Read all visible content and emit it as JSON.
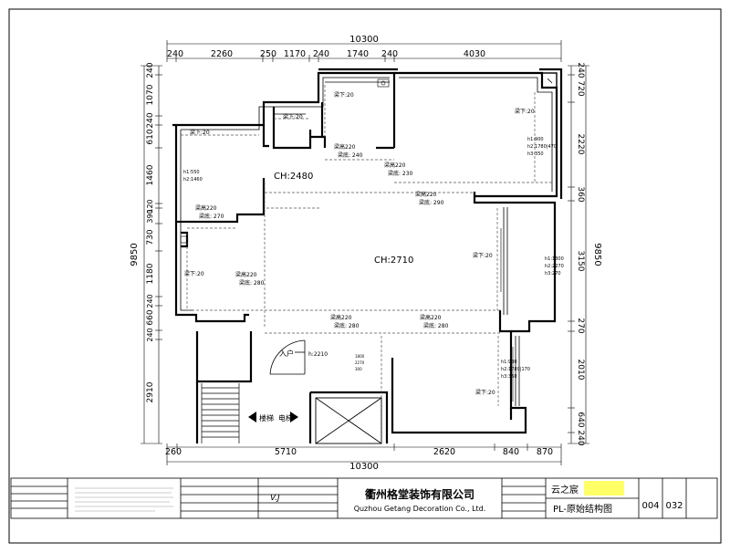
{
  "top_dimensions": {
    "overall": "10300",
    "segments": [
      "240",
      "2260",
      "250",
      "1170",
      "240",
      "1740",
      "240",
      "4030"
    ]
  },
  "bottom_dimensions": {
    "overall": "10300",
    "segments": [
      "260",
      "5710",
      "2620",
      "840",
      "870"
    ]
  },
  "left_dimensions": {
    "overall": "9850",
    "segments": [
      "240",
      "1070",
      "240",
      "610",
      "1460",
      "120",
      "390",
      "730",
      "1180",
      "240",
      "660",
      "240",
      "2910"
    ]
  },
  "right_dimensions": {
    "overall": "9850",
    "segments": [
      "240",
      "720",
      "2220",
      "360",
      "3150",
      "270",
      "2010",
      "640",
      "240"
    ]
  },
  "ceiling_heights": {
    "upper_left": "CH:2480",
    "main": "CH:2710"
  },
  "annotations": {
    "beam_drop_20": "梁下:20",
    "beam_220": "梁高220",
    "beam_240": "梁底: 240",
    "beam_220b": "梁高220",
    "beam_230": "梁底: 230",
    "beam_270": "梁底: 270",
    "beam_290": "梁底: 290",
    "beam_280": "梁底: 280",
    "window_small_1": "h1:550",
    "window_small_2": "h2:1460",
    "window_right_1": "h1:900",
    "window_right_2": "h2:1780|470",
    "window_right_3": "h3:350",
    "window_mid_1": "h1:1300",
    "window_mid_2": "h2:2270",
    "window_mid_3": "h3:270",
    "window_low_1": "h1:900",
    "window_low_2": "h2:1780|170",
    "window_low_3": "h3:350",
    "door_height": "h:2210",
    "entrance": "入户",
    "stair": "楼梯",
    "elevator": "电梯",
    "fine_1": "1800",
    "fine_2": "2270",
    "fine_3": "300"
  },
  "title_block": {
    "company_cn": "衢州格堂装饰有限公司",
    "company_en": "Quzhou Getang Decoration Co., Ltd.",
    "project": "云之宸",
    "drawing_name": "PL-原始结构图",
    "sheet_no": "004",
    "total": "032",
    "signature": "V.J"
  },
  "colors": {
    "line": "#000000",
    "dash": "#555555",
    "highlight": "#ffff66"
  }
}
